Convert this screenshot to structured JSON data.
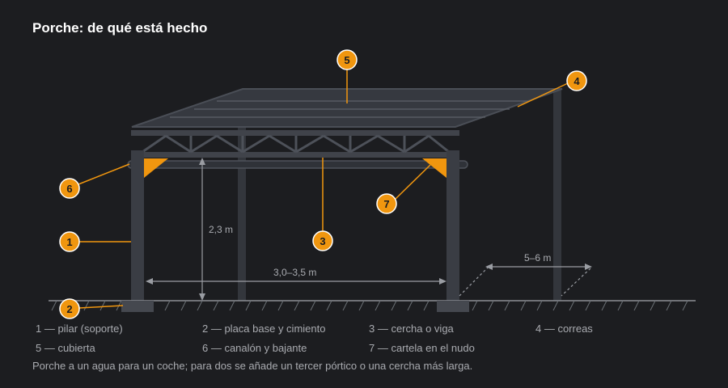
{
  "title": "Porche: de qué está hecho",
  "callouts": [
    "1",
    "2",
    "3",
    "4",
    "5",
    "6",
    "7"
  ],
  "dimensions": {
    "height": "2,3 m",
    "width": "3,0–3,5 m",
    "depth": "5–6 m"
  },
  "legend": [
    "1 — pilar (soporte)",
    "2 — placa base y cimiento",
    "3 — cercha o viga",
    "4 — correas",
    "5 — cubierta",
    "6 — canalón y bajante",
    "7 — cartela en el nudo"
  ],
  "note": "Porche a un agua para un coche; para dos se añade un tercer pórtico o una cercha más larga.",
  "colors": {
    "background": "#1c1d20",
    "structure": "#3a3d44",
    "accent": "#f0960f",
    "text": "#a9abb0"
  }
}
